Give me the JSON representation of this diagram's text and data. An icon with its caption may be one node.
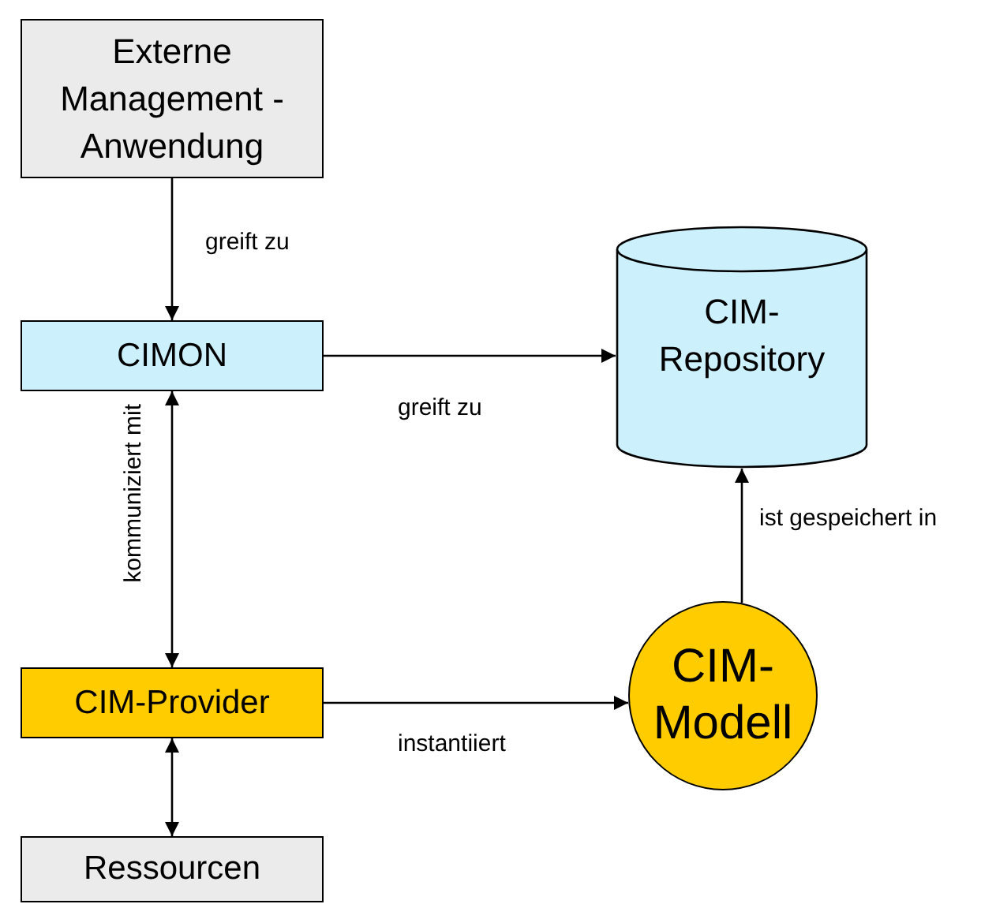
{
  "diagram": {
    "nodes": [
      {
        "text": [
          "Externe Management - Anwendung"
        ]
      },
      {
        "text": [
          "CIMON"
        ]
      },
      {
        "text": [
          "CIM-Repository"
        ]
      },
      {
        "text": [
          "CIM-Modell"
        ]
      },
      {
        "text": [
          "CIM-Provider"
        ]
      },
      {
        "text": [
          "Ressourcen"
        ]
      }
    ],
    "edges": [
      {
        "from": 0,
        "to": 1,
        "arrow": "to",
        "label": "greift zu"
      },
      {
        "from": 1,
        "to": 2,
        "arrow": "to",
        "label": "greift zu"
      },
      {
        "from": 1,
        "to": 4,
        "arrow": "both",
        "label": "kommuniziert mit"
      },
      {
        "from": 3,
        "to": 2,
        "arrow": "to",
        "label": "ist gespeichert in"
      },
      {
        "from": 4,
        "to": 3,
        "arrow": "to",
        "label": "instantiiert"
      },
      {
        "from": 4,
        "to": 5,
        "arrow": "both"
      }
    ]
  }
}
